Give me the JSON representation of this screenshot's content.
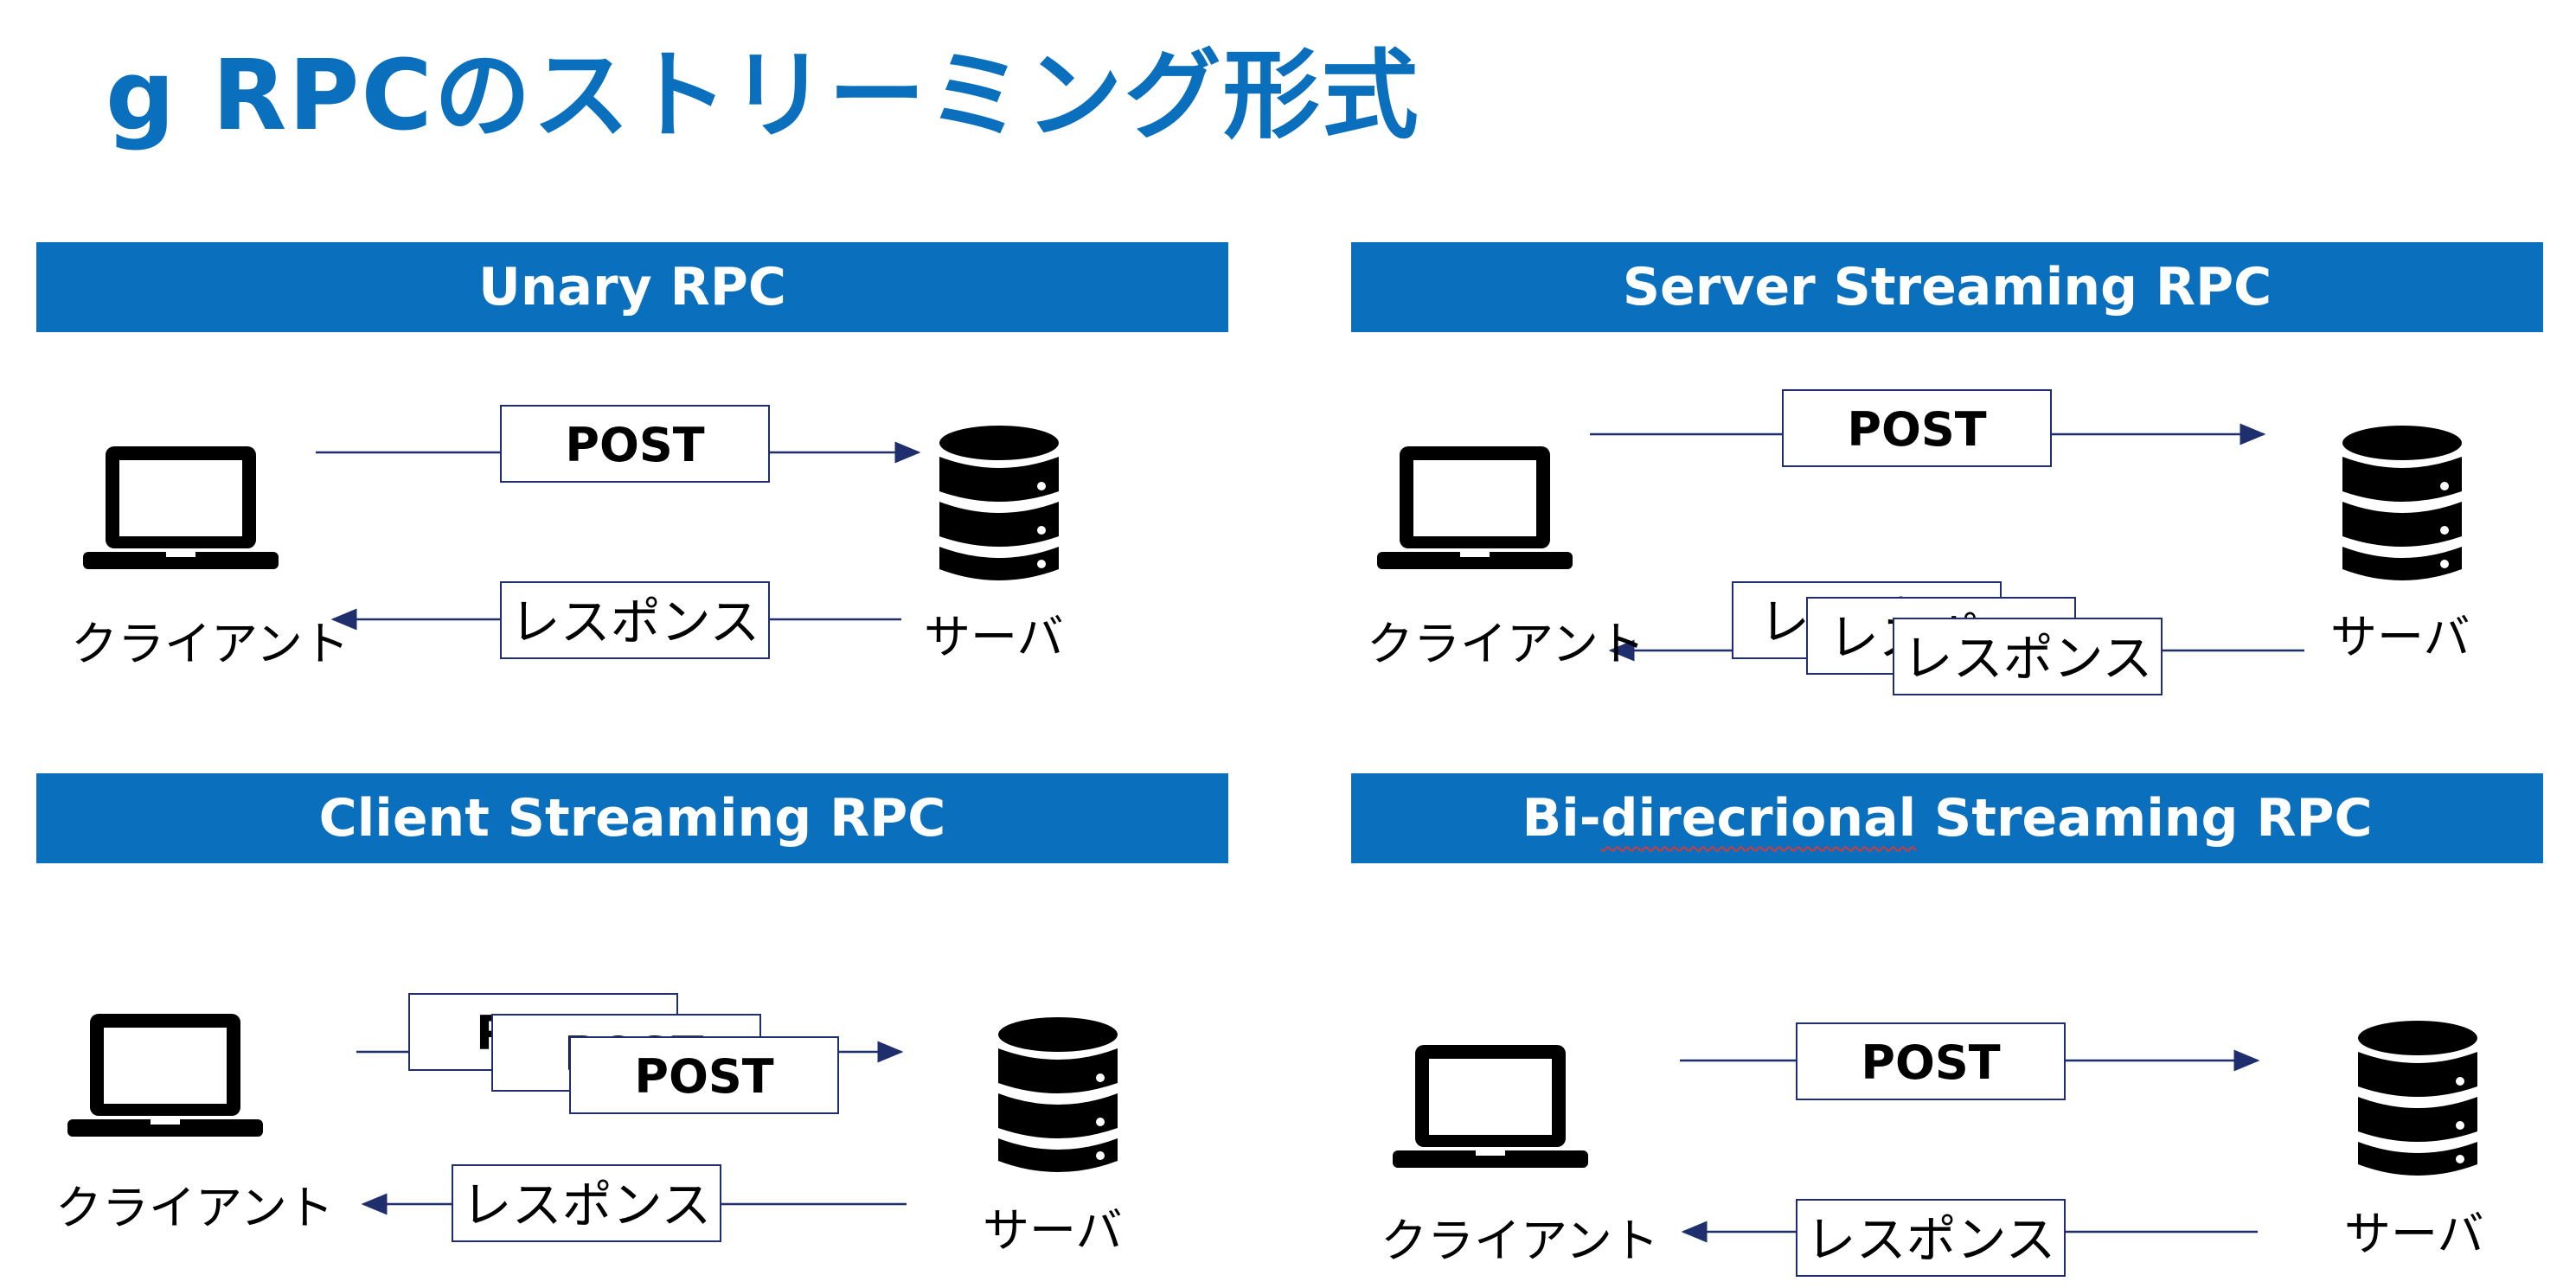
{
  "page": {
    "title": "g RPCのストリーミング形式"
  },
  "colors": {
    "accent": "#0a6fbd",
    "arrow": "#1f2f6e"
  },
  "panels": [
    {
      "heading": "Unary RPC",
      "request_label": "POST",
      "response_label": "レスポンス",
      "client_label": "クライアント",
      "server_label": "サーバ"
    },
    {
      "heading": "Server Streaming RPC",
      "request_label": "POST",
      "response_label": "レスポンス",
      "client_label": "クライアント",
      "server_label": "サーバ"
    },
    {
      "heading": "Client Streaming RPC",
      "request_label": "POST",
      "response_label": "レスポンス",
      "client_label": "クライアント",
      "server_label": "サーバ"
    },
    {
      "heading_part1": "Bi-",
      "heading_part2": "direcrional",
      "heading_part3": " Streaming RPC",
      "request_label": "POST",
      "response_label": "レスポンス",
      "client_label": "クライアント",
      "server_label": "サーバ"
    }
  ],
  "icons": {
    "client": "laptop-icon",
    "server": "database-icon"
  }
}
